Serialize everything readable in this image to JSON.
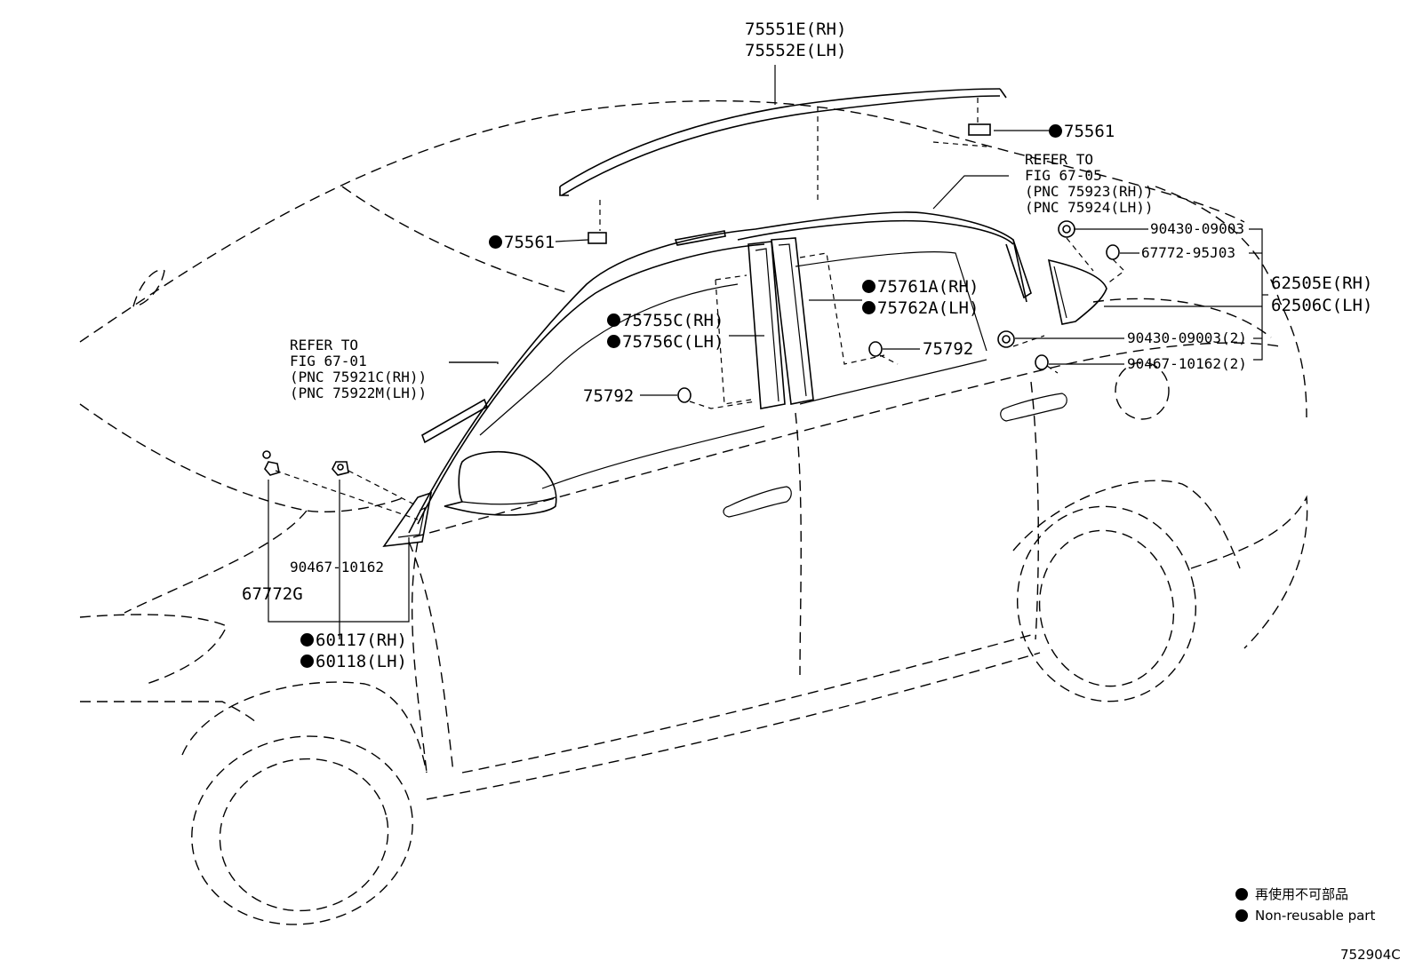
{
  "callouts": [
    {
      "text": "75551E(RH)",
      "dot": false
    },
    {
      "text": "75552E(LH)",
      "dot": false
    },
    {
      "text": "75561",
      "dot": true
    },
    {
      "text": "75561",
      "dot": true
    },
    {
      "text": "REFER TO",
      "dot": false
    },
    {
      "text": "FIG 67-05",
      "dot": false
    },
    {
      "text": "(PNC 75923(RH))",
      "dot": false
    },
    {
      "text": "(PNC 75924(LH))",
      "dot": false
    },
    {
      "text": "90430-09003",
      "dot": false
    },
    {
      "text": "67772-95J03",
      "dot": false
    },
    {
      "text": "62505E(RH)",
      "dot": false
    },
    {
      "text": "62506C(LH)",
      "dot": false
    },
    {
      "text": "75761A(RH)",
      "dot": true
    },
    {
      "text": "75762A(LH)",
      "dot": true
    },
    {
      "text": "75755C(RH)",
      "dot": true
    },
    {
      "text": "75756C(LH)",
      "dot": true
    },
    {
      "text": "75792",
      "dot": false
    },
    {
      "text": "75792",
      "dot": false
    },
    {
      "text": "90430-09003(2)",
      "dot": false
    },
    {
      "text": "90467-10162(2)",
      "dot": false
    },
    {
      "text": "REFER TO",
      "dot": false
    },
    {
      "text": "FIG 67-01",
      "dot": false
    },
    {
      "text": "(PNC 75921C(RH))",
      "dot": false
    },
    {
      "text": "(PNC 75922M(LH))",
      "dot": false
    },
    {
      "text": "90467-10162",
      "dot": false
    },
    {
      "text": "67772G",
      "dot": false
    },
    {
      "text": "60117(RH)",
      "dot": true
    },
    {
      "text": "60118(LH)",
      "dot": true
    }
  ],
  "legend": {
    "japanese": "再使用不可部品",
    "english": "Non-reusable part"
  },
  "figure_id": "752904C"
}
